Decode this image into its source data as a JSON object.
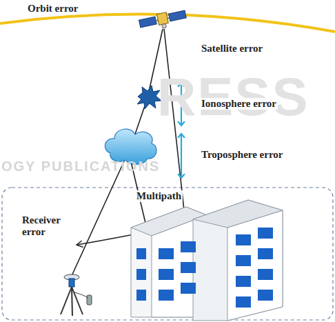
{
  "diagram": {
    "labels": [
      "Orbit error",
      "Satellite error",
      "Ionosphere error",
      "Troposphere error",
      "Multipath",
      "Receiver error",
      "RESS",
      "OGY PUBLICATIONS"
    ]
  }
}
